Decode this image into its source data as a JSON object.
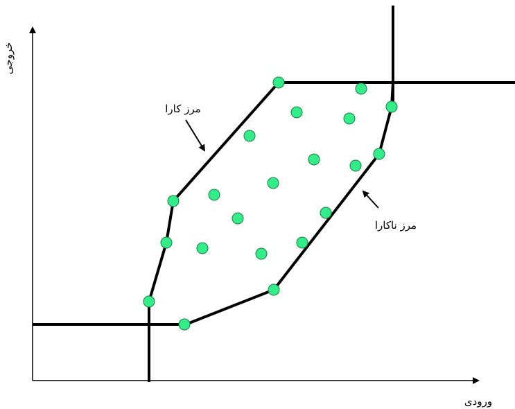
{
  "labels": {
    "y_axis": "خروجی",
    "x_axis": "ورودی",
    "efficient_frontier": "مرز کارا",
    "inefficient_frontier": "مرز ناکارا"
  },
  "colors": {
    "point_fill": "#33ee88",
    "point_stroke": "#1a7a46",
    "line": "#000000"
  }
}
